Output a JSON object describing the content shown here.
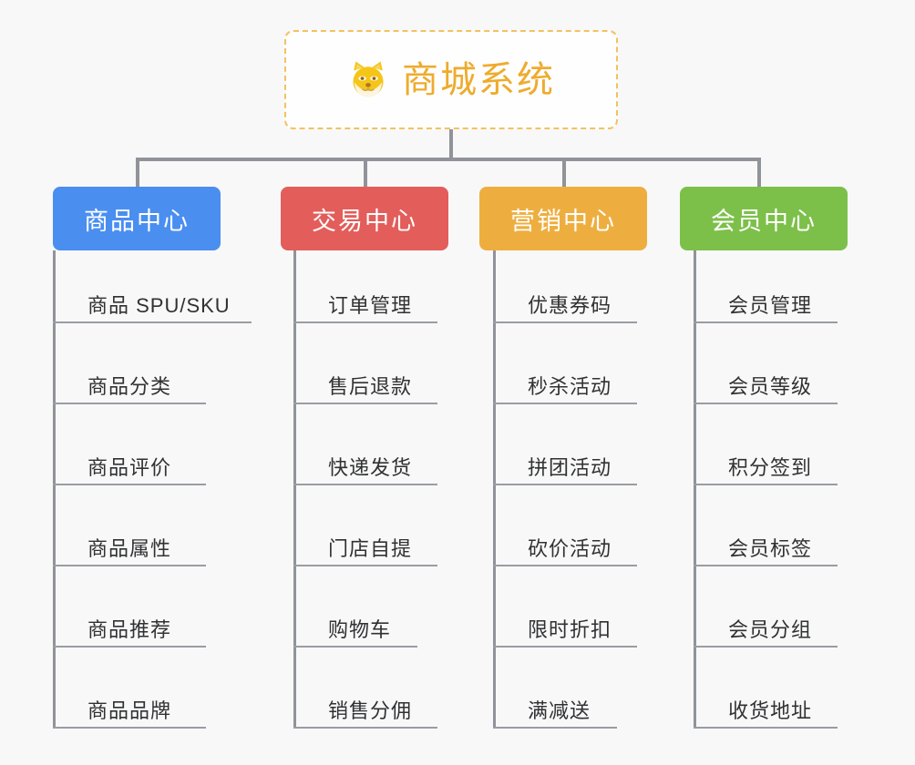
{
  "theme": {
    "background": "#f8f8f8",
    "connector_color": "#909399",
    "root_border_color": "#f2c261",
    "root_text_color": "#eeab2d",
    "item_text_color": "#303133",
    "item_underline_color": "#9a9da3"
  },
  "root": {
    "title": "商城系统",
    "emoji_name": "shiba-dog-face-emoji",
    "emoji_glyph": "🐕"
  },
  "categories": [
    {
      "id": "product-center",
      "label": "商品中心",
      "color": "#4a8ef0",
      "items": [
        "商品 SPU/SKU",
        "商品分类",
        "商品评价",
        "商品属性",
        "商品推荐",
        "商品品牌"
      ]
    },
    {
      "id": "trade-center",
      "label": "交易中心",
      "color": "#e35d5b",
      "items": [
        "订单管理",
        "售后退款",
        "快递发货",
        "门店自提",
        "购物车",
        "销售分佣"
      ]
    },
    {
      "id": "marketing-center",
      "label": "营销中心",
      "color": "#eeae3f",
      "items": [
        "优惠券码",
        "秒杀活动",
        "拼团活动",
        "砍价活动",
        "限时折扣",
        "满减送"
      ]
    },
    {
      "id": "member-center",
      "label": "会员中心",
      "color": "#7cc04a",
      "items": [
        "会员管理",
        "会员等级",
        "积分签到",
        "会员标签",
        "会员分组",
        "收货地址"
      ]
    }
  ]
}
